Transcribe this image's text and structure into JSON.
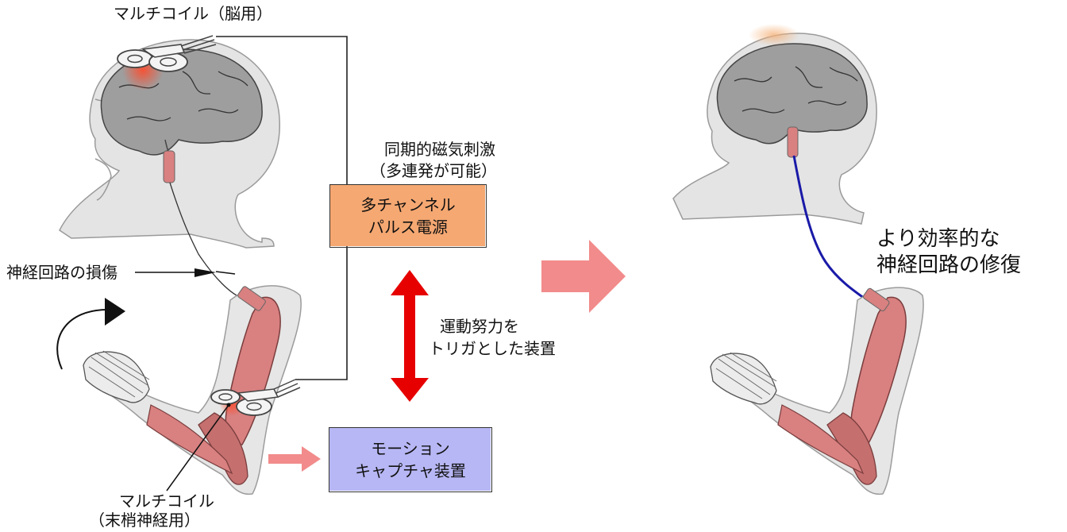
{
  "colors": {
    "power_box": "#f5a872",
    "capture_box": "#b7b7f5",
    "red_arrow": "#e60000",
    "pink_arrow": "#f28b8b",
    "blue_path": "#1a1aa8",
    "skin": "#e0e0e0",
    "brain": "#9a9a9a",
    "muscle": "#d98080"
  },
  "labels": {
    "coil_brain": "マルチコイル（脳用）",
    "stim_line1": "同期的磁気刺激",
    "stim_line2": "（多連発が可能）",
    "nerve_damage": "神経回路の損傷",
    "motor_line1": "運動努力を",
    "motor_line2": "トリガとした装置",
    "coil_peripheral_line1": "マルチコイル",
    "coil_peripheral_line2": "（末梢神経用）",
    "result_line1": "より効率的な",
    "result_line2": "神経回路の修復"
  },
  "boxes": {
    "power_line1": "多チャンネル",
    "power_line2": "パルス電源",
    "capture_line1": "モーション",
    "capture_line2": "キャプチャ装置"
  },
  "icons": [
    "brain-icon",
    "head-icon",
    "arm-icon",
    "coil-icon",
    "arrow-icon"
  ]
}
